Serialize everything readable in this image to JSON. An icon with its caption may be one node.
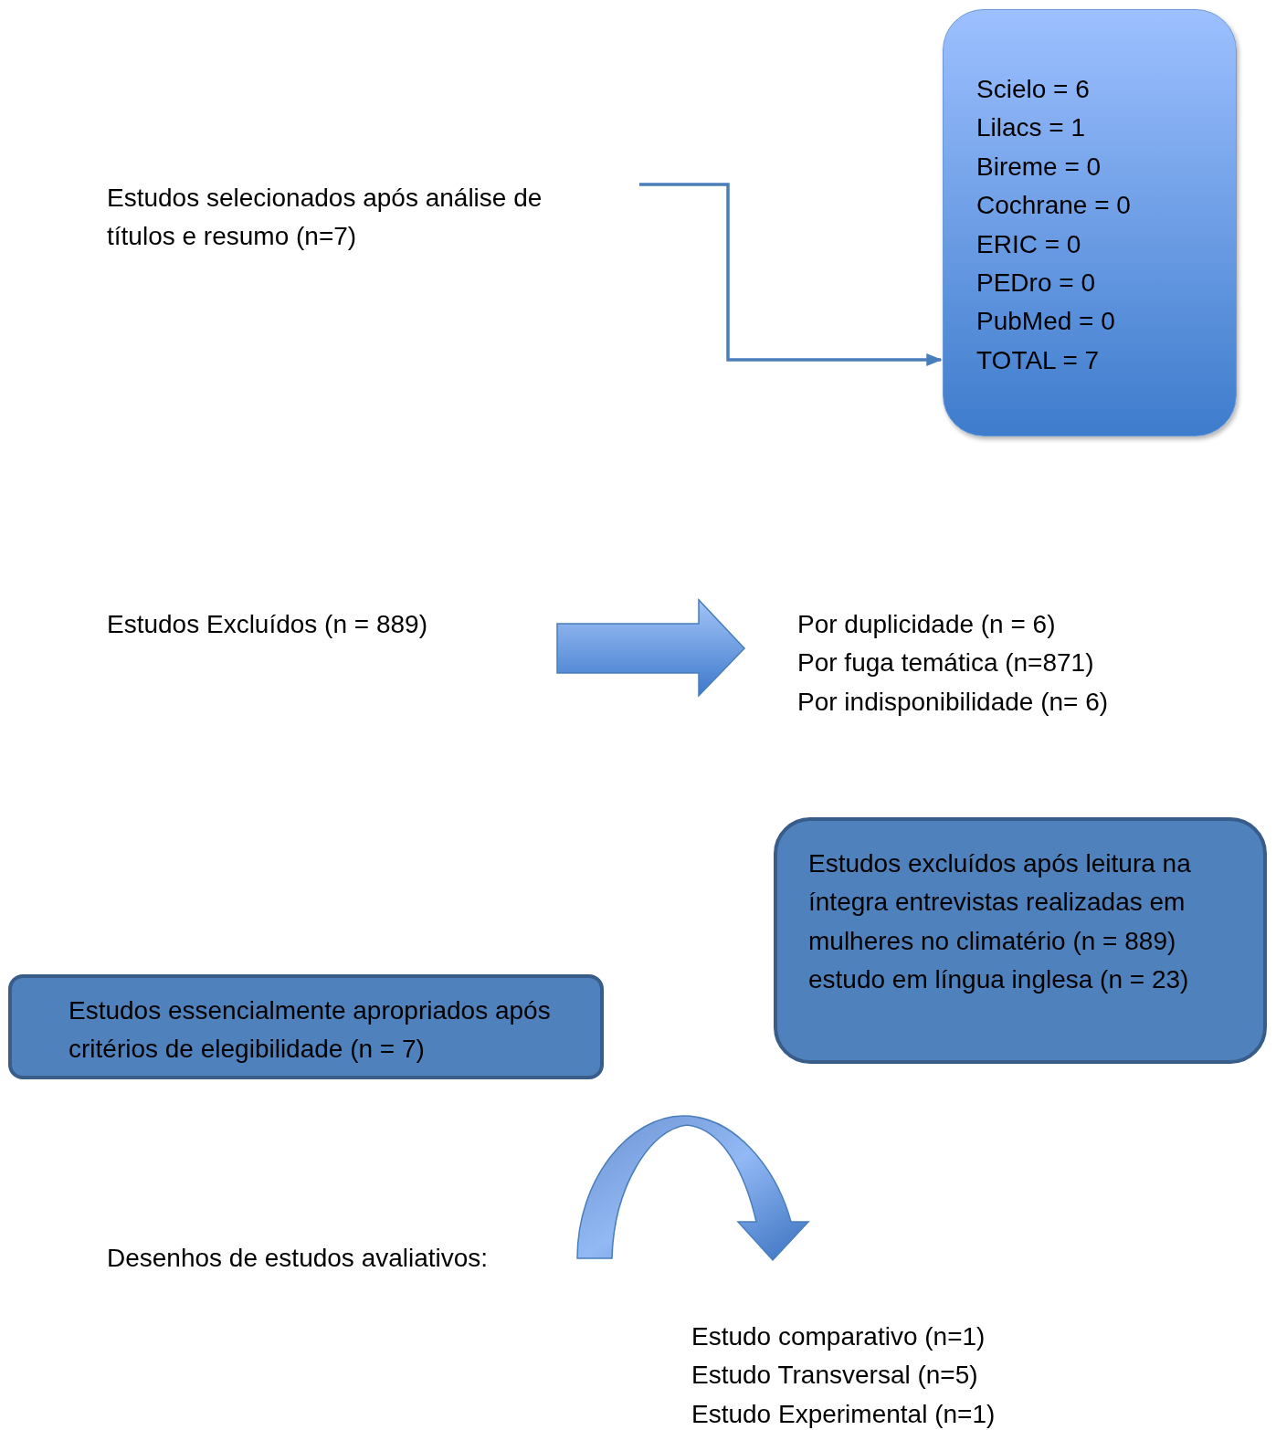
{
  "diagram": {
    "nodes": [
      {
        "text": [
          "Estudos selecionados após análise de títulos e resumo (n=7)"
        ]
      },
      {
        "text": [
          "Scielo = 6",
          "Lilacs = 1",
          "Bireme = 0",
          "Cochrane = 0",
          "ERIC = 0",
          "PEDro = 0",
          "PubMed = 0",
          "TOTAL = 7"
        ]
      },
      {
        "text": [
          "Estudos Excluídos (n = 889)"
        ]
      },
      {
        "text": [
          "Por duplicidade (n = 6)",
          "Por fuga temática (n=871)",
          "Por indisponibilidade (n= 6)"
        ]
      },
      {
        "text": [
          "Estudos excluídos após leitura na íntegra entrevistas realizadas em mulheres no climatério (n = 889) estudo em língua inglesa (n = 23)"
        ]
      },
      {
        "text": [
          "Estudos essencialmente apropriados após critérios de elegibilidade (n = 7)"
        ]
      },
      {
        "text": [
          "Desenhos de estudos avaliativos:"
        ]
      },
      {
        "text": [
          "Estudo comparativo (n=1)",
          "Estudo Transversal (n=5)",
          "Estudo Experimental (n=1)"
        ]
      }
    ],
    "edges": [
      {
        "from": 0,
        "to": 1,
        "arrow": "to"
      },
      {
        "from": 2,
        "to": 3,
        "arrow": "to"
      },
      {
        "from": 6,
        "to": 7,
        "arrow": "to"
      }
    ]
  }
}
